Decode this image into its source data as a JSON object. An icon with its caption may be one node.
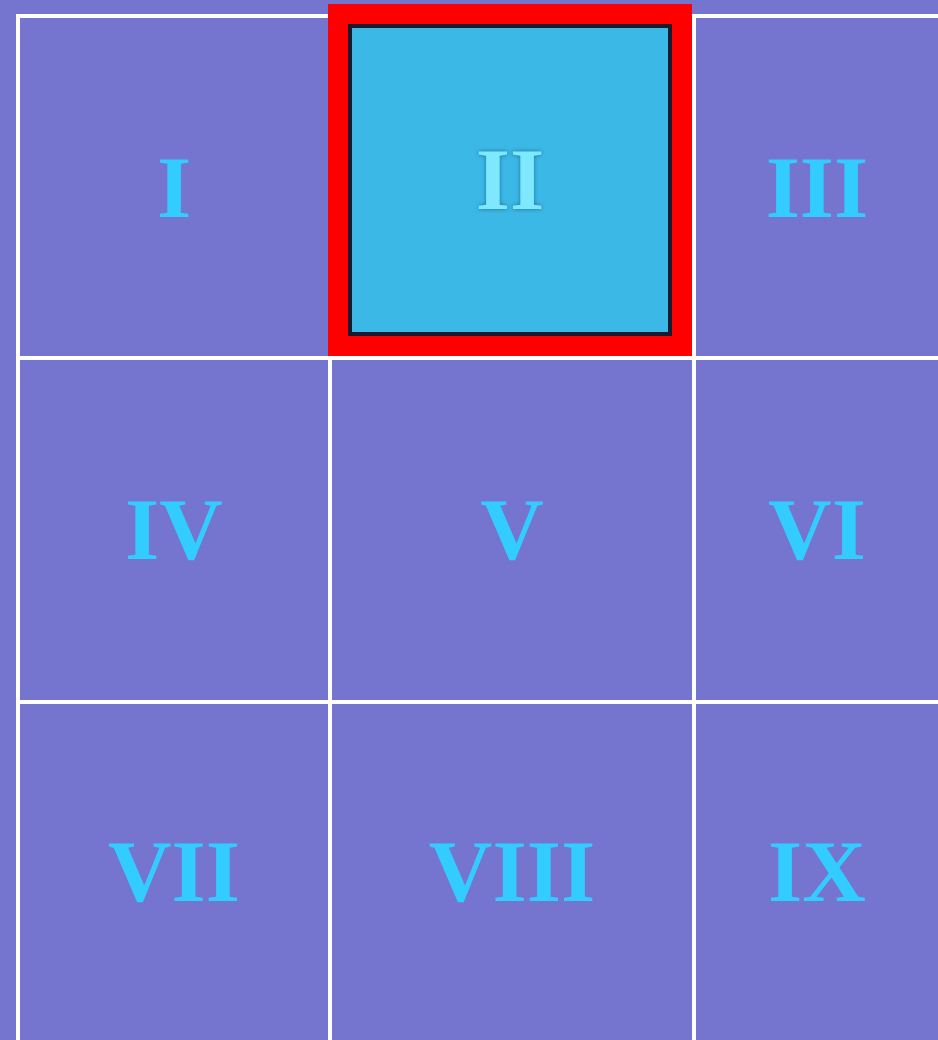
{
  "diagram": {
    "nodes": [
      {
        "text": [
          "I"
        ]
      },
      {
        "text": [],
        "shape": "box"
      },
      {
        "text": [
          "II"
        ],
        "in": 1
      },
      {
        "text": [
          "III"
        ]
      },
      {
        "text": [
          "IV"
        ]
      },
      {
        "text": [
          "V"
        ]
      },
      {
        "text": [
          "VI"
        ]
      },
      {
        "text": [
          "VII"
        ]
      },
      {
        "text": [
          "VIII"
        ]
      },
      {
        "text": [
          "IX"
        ]
      }
    ]
  }
}
